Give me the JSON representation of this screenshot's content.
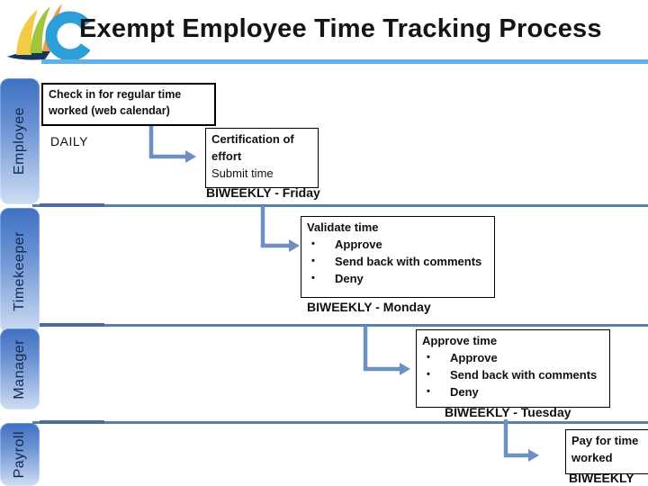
{
  "slide": {
    "title": "Exempt Employee Time Tracking Process"
  },
  "ui": {
    "bullet_char": "•",
    "logo_icon": "sails-and-c-college-logo"
  },
  "lanes": [
    {
      "label": "Employee"
    },
    {
      "label": "Timekeeper"
    },
    {
      "label": "Manager"
    },
    {
      "label": "Payroll"
    }
  ],
  "flow": {
    "steps": [
      {
        "lane": "Employee",
        "lines": [
          "Check in for regular time",
          "worked (web calendar)"
        ],
        "frequency": "DAILY"
      },
      {
        "lane": "Employee",
        "lines": [
          "Certification of",
          "effort",
          "Submit time"
        ],
        "frequency": "BIWEEKLY - Friday"
      },
      {
        "lane": "Timekeeper",
        "title": "Validate time",
        "bullets": [
          "Approve",
          "Send back with comments",
          "Deny"
        ],
        "frequency": "BIWEEKLY - Monday"
      },
      {
        "lane": "Manager",
        "title": "Approve time",
        "bullets": [
          "Approve",
          "Send back with comments",
          "Deny"
        ],
        "frequency": "BIWEEKLY - Tuesday"
      },
      {
        "lane": "Payroll",
        "lines": [
          "Pay for time",
          "worked"
        ],
        "frequency": "BIWEEKLY"
      }
    ]
  },
  "colors": {
    "title_underline": "#5eb3e4",
    "lane_separator": "#5d7fa5",
    "arrow": "#6e90c0",
    "lane_label_top": "#3f70c2",
    "lane_label_bottom": "#cfddf3",
    "lane_label_text": "#16294f",
    "box_border": "#000000",
    "logo_blue": "#2d9fd8",
    "logo_orange": "#f49b3d",
    "logo_green": "#a3c53a",
    "logo_yellow": "#f2cc45",
    "logo_navy": "#17365d"
  }
}
